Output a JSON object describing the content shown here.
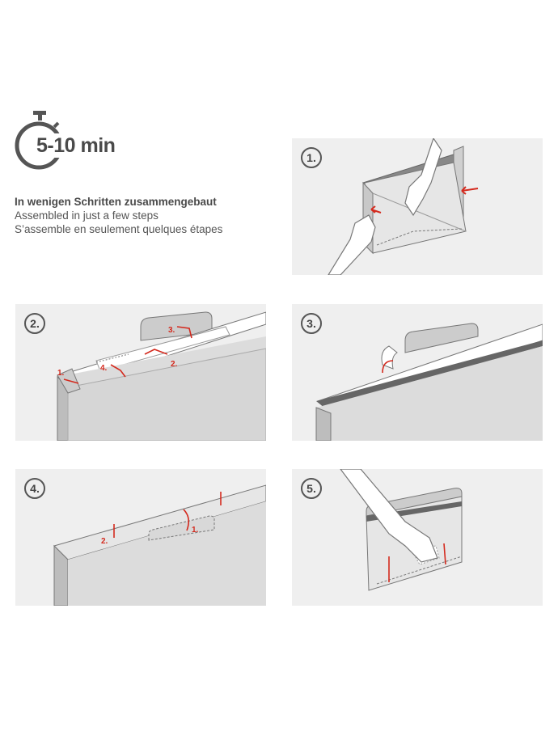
{
  "header": {
    "duration": "5-10 min",
    "subtitle_de": "In wenigen Schritten zusammengebaut",
    "subtitle_en": "Assembled in just a few steps",
    "subtitle_fr": "S’assemble en seulement quelques étapes"
  },
  "steps": [
    {
      "badge": "1.",
      "labels": []
    },
    {
      "badge": "2.",
      "labels": [
        "1.",
        "2.",
        "3.",
        "4."
      ]
    },
    {
      "badge": "3.",
      "labels": []
    },
    {
      "badge": "4.",
      "labels": [
        "1.",
        "2."
      ]
    },
    {
      "badge": "5.",
      "labels": []
    }
  ],
  "colors": {
    "accent_red": "#d42a1e",
    "panel_bg": "#efefef",
    "line_gray": "#666666"
  },
  "icons": [
    "stopwatch-icon",
    "hand-icon"
  ]
}
